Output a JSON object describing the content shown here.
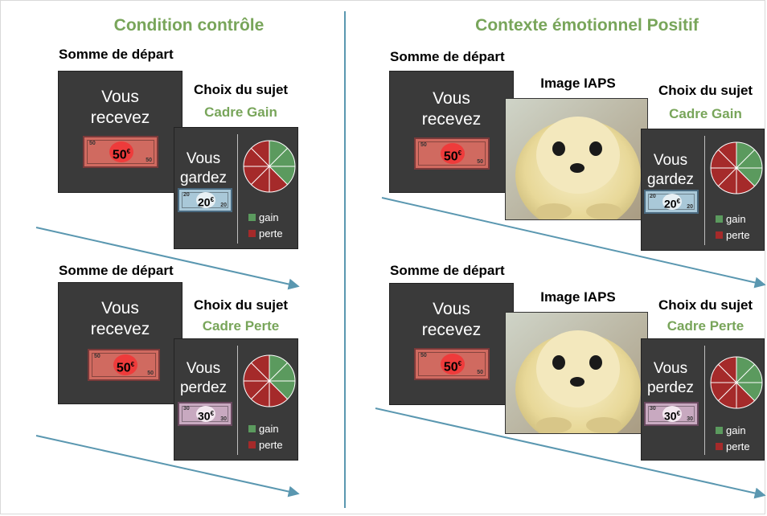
{
  "left": {
    "heading": "Condition contrôle",
    "blocks": [
      {
        "start_label": "Somme de départ",
        "screen_line1": "Vous",
        "screen_line2": "recevez",
        "start_bill": "50",
        "choice_title": "Choix du sujet",
        "frame": "Cadre Gain",
        "choice_line1": "Vous",
        "choice_line2": "gardez",
        "choice_bill": "20",
        "legend_gain": "gain",
        "legend_perte": "perte"
      },
      {
        "start_label": "Somme de départ",
        "screen_line1": "Vous",
        "screen_line2": "recevez",
        "start_bill": "50",
        "choice_title": "Choix du sujet",
        "frame": "Cadre Perte",
        "choice_line1": "Vous",
        "choice_line2": "perdez",
        "choice_bill": "30",
        "legend_gain": "gain",
        "legend_perte": "perte"
      }
    ]
  },
  "right": {
    "heading": "Contexte émotionnel Positif",
    "blocks": [
      {
        "start_label": "Somme de départ",
        "screen_line1": "Vous",
        "screen_line2": "recevez",
        "start_bill": "50",
        "image_label": "Image IAPS",
        "choice_title": "Choix du sujet",
        "frame": "Cadre Gain",
        "choice_line1": "Vous",
        "choice_line2": "gardez",
        "choice_bill": "20",
        "legend_gain": "gain",
        "legend_perte": "perte"
      },
      {
        "start_label": "Somme de départ",
        "screen_line1": "Vous",
        "screen_line2": "recevez",
        "start_bill": "50",
        "image_label": "Image IAPS",
        "choice_title": "Choix du sujet",
        "frame": "Cadre Perte",
        "choice_line1": "Vous",
        "choice_line2": "perdez",
        "choice_bill": "30",
        "legend_gain": "gain",
        "legend_perte": "perte"
      }
    ]
  },
  "colors": {
    "heading": "#78a55a",
    "gain": "#5b9a5e",
    "perte": "#a52a2a",
    "arrow": "#5a97b0",
    "screen": "#3a3a3a",
    "bill50": "#d06a60",
    "bill20": "#a9c8d8",
    "bill30": "#c8a9c0"
  },
  "icons": {
    "pie": "gain-perte-pie-icon",
    "photo": "baby-seal-photo"
  }
}
